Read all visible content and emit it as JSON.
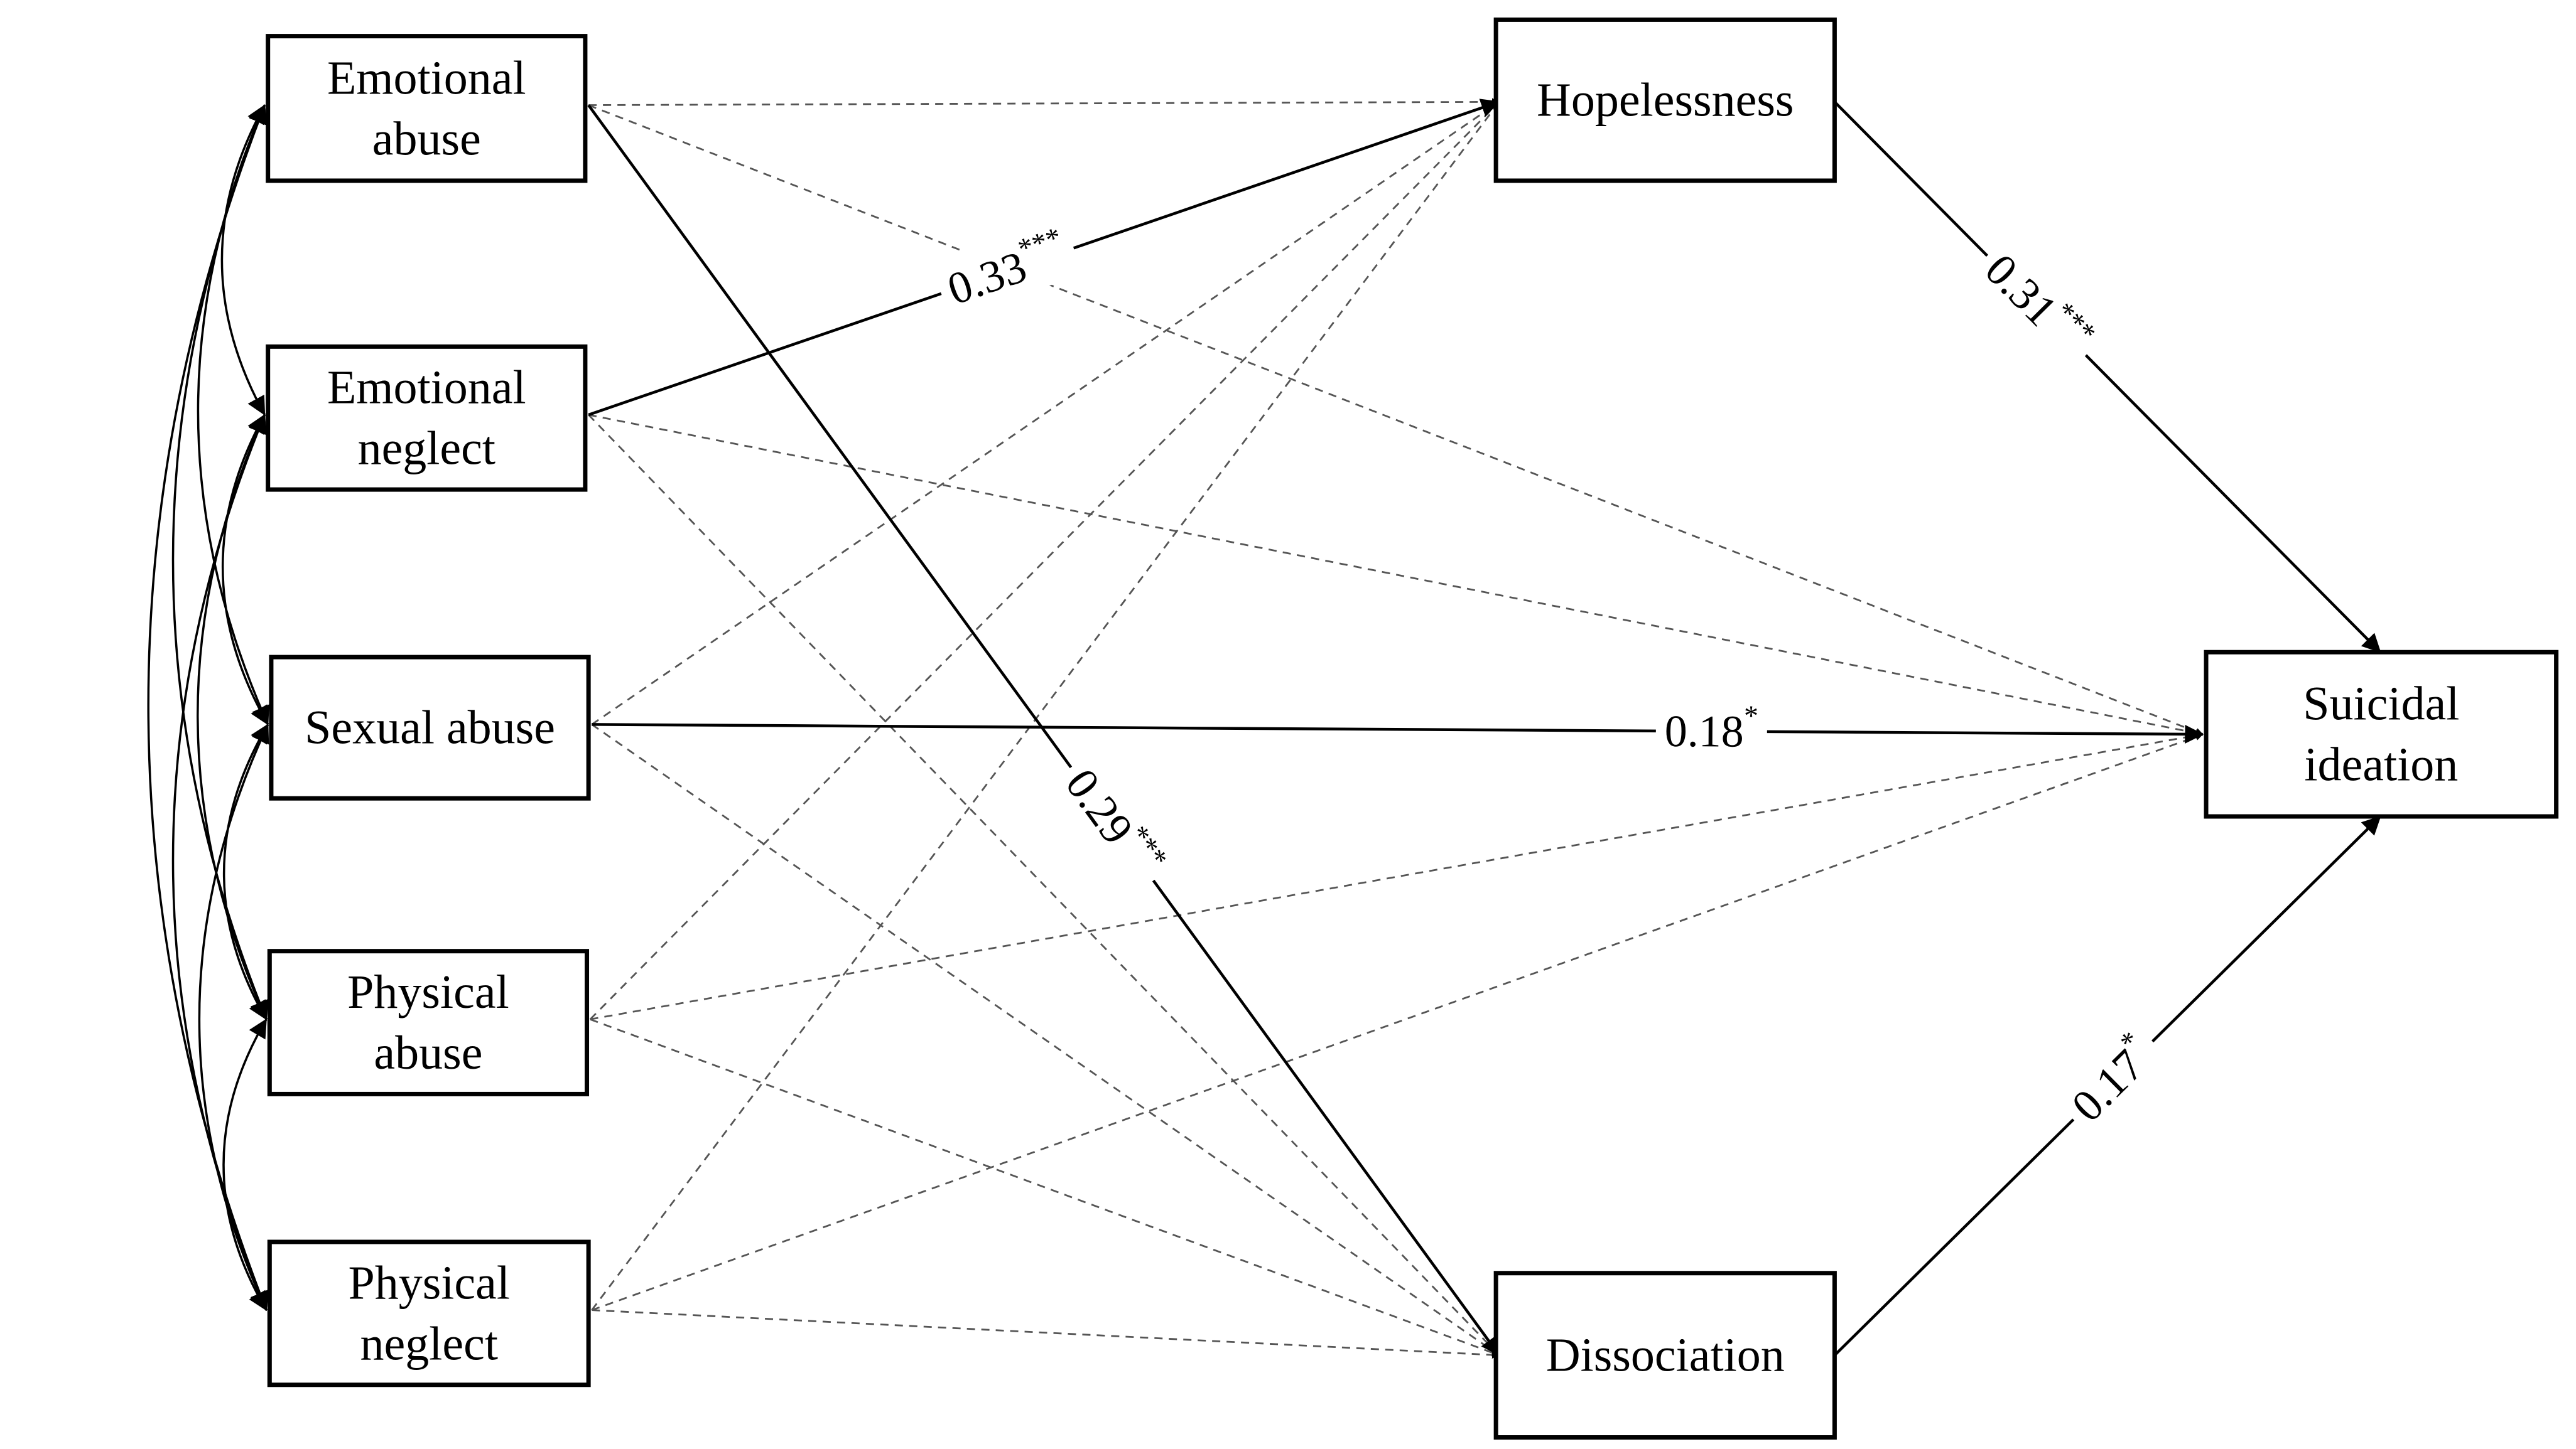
{
  "nodes": {
    "emotional_abuse": {
      "lines": [
        "Emotional",
        "abuse"
      ]
    },
    "emotional_neglect": {
      "lines": [
        "Emotional",
        "neglect"
      ]
    },
    "sexual_abuse": {
      "lines": [
        "Sexual abuse"
      ]
    },
    "physical_abuse": {
      "lines": [
        "Physical",
        "abuse"
      ]
    },
    "physical_neglect": {
      "lines": [
        "Physical",
        "neglect"
      ]
    },
    "hopelessness": {
      "lines": [
        "Hopelessness"
      ]
    },
    "dissociation": {
      "lines": [
        "Dissociation"
      ]
    },
    "suicidal_ideation": {
      "lines": [
        "Suicidal",
        "ideation"
      ]
    }
  },
  "significant_paths": [
    {
      "from": "emotional_neglect",
      "to": "hopelessness",
      "coef": "0.33",
      "stars": "***"
    },
    {
      "from": "emotional_abuse",
      "to": "dissociation",
      "coef": "0.29",
      "stars": "***"
    },
    {
      "from": "sexual_abuse",
      "to": "suicidal_ideation",
      "coef": "0.18",
      "stars": "*"
    },
    {
      "from": "hopelessness",
      "to": "suicidal_ideation",
      "coef": "0.31",
      "stars": "***"
    },
    {
      "from": "dissociation",
      "to": "suicidal_ideation",
      "coef": "0.17",
      "stars": "*"
    }
  ],
  "nonsignificant_paths": [
    {
      "from": "emotional_abuse",
      "to": "hopelessness"
    },
    {
      "from": "emotional_abuse",
      "to": "suicidal_ideation"
    },
    {
      "from": "emotional_neglect",
      "to": "suicidal_ideation"
    },
    {
      "from": "emotional_neglect",
      "to": "dissociation"
    },
    {
      "from": "sexual_abuse",
      "to": "hopelessness"
    },
    {
      "from": "sexual_abuse",
      "to": "dissociation"
    },
    {
      "from": "physical_abuse",
      "to": "hopelessness"
    },
    {
      "from": "physical_abuse",
      "to": "suicidal_ideation"
    },
    {
      "from": "physical_abuse",
      "to": "dissociation"
    },
    {
      "from": "physical_neglect",
      "to": "hopelessness"
    },
    {
      "from": "physical_neglect",
      "to": "suicidal_ideation"
    },
    {
      "from": "physical_neglect",
      "to": "dissociation"
    }
  ],
  "covariances": [
    {
      "from": "emotional_abuse",
      "to": "emotional_neglect"
    },
    {
      "from": "emotional_abuse",
      "to": "sexual_abuse"
    },
    {
      "from": "emotional_abuse",
      "to": "physical_abuse"
    },
    {
      "from": "emotional_abuse",
      "to": "physical_neglect"
    },
    {
      "from": "emotional_neglect",
      "to": "sexual_abuse"
    },
    {
      "from": "emotional_neglect",
      "to": "physical_abuse"
    },
    {
      "from": "emotional_neglect",
      "to": "physical_neglect"
    },
    {
      "from": "sexual_abuse",
      "to": "physical_abuse"
    },
    {
      "from": "sexual_abuse",
      "to": "physical_neglect"
    },
    {
      "from": "physical_abuse",
      "to": "physical_neglect"
    }
  ]
}
